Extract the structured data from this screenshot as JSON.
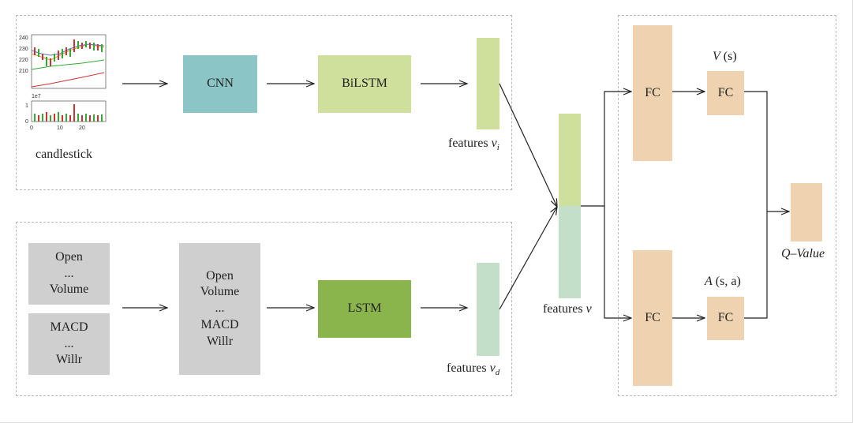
{
  "candlestick": {
    "caption": "candlestick",
    "price_ticks": [
      "240",
      "230",
      "220",
      "210"
    ],
    "volume_exponent": "1e7",
    "volume_ticks": [
      "1",
      "0"
    ],
    "x_ticks": [
      "0",
      "10",
      "20"
    ]
  },
  "blocks": {
    "cnn": "CNN",
    "bilstm": "BiLSTM",
    "lstm": "LSTM"
  },
  "indicators": {
    "box1": [
      "Open",
      "...",
      "Volume"
    ],
    "box2": [
      "MACD",
      "...",
      "Willr"
    ],
    "combined": [
      "Open",
      "Volume",
      "...",
      "MACD",
      "Willr"
    ]
  },
  "features": {
    "vi_prefix": "features ",
    "vi_var": "v",
    "vi_sub": "i",
    "vd_prefix": "features ",
    "vd_var": "v",
    "vd_sub": "d",
    "v_prefix": "features ",
    "v_var": "v"
  },
  "fc": {
    "label": "FC",
    "value_label": "V",
    "value_args": " (s)",
    "advantage_label": "A",
    "advantage_args": " (s, a)",
    "q_value": "Q–Value"
  },
  "colors": {
    "cnn": "#8cc5c6",
    "bilstm": "#cfdf9c",
    "lstm": "#8ab54c",
    "feature_image": "#cfdf9c",
    "feature_indicator": "#c4dfc9",
    "fc": "#efd3b0",
    "gray_box": "#cfcfcf"
  }
}
